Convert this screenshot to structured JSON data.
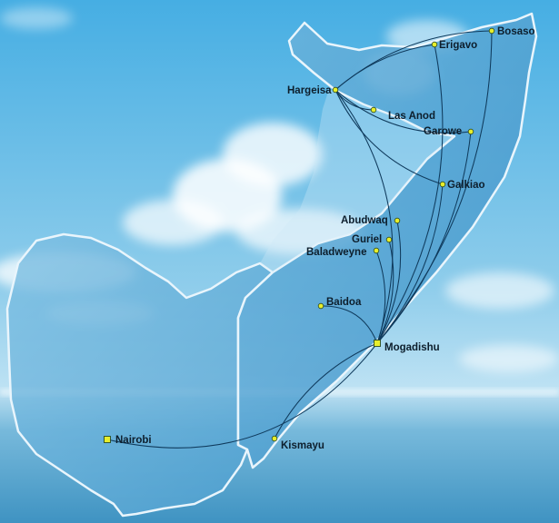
{
  "map": {
    "colors": {
      "sky_top": "#4fb3e6",
      "sky_bottom": "#cfeaf7",
      "sea": "#5aa8cf",
      "land_fill": "#5aa9d6",
      "land_edge": "#e6f3fb",
      "route": "#0f3a5c",
      "marker": "#e7ee2c"
    },
    "cities": [
      {
        "id": "hargeisa",
        "name": "Hargeisa"
      },
      {
        "id": "erigavo",
        "name": "Erigavo"
      },
      {
        "id": "bosaso",
        "name": "Bosaso"
      },
      {
        "id": "las-anod",
        "name": "Las Anod"
      },
      {
        "id": "garowe",
        "name": "Garowe"
      },
      {
        "id": "galkiao",
        "name": "Galkiao"
      },
      {
        "id": "abudwaq",
        "name": "Abudwaq"
      },
      {
        "id": "guriel",
        "name": "Guriel"
      },
      {
        "id": "baladweyne",
        "name": "Baladweyne"
      },
      {
        "id": "baidoa",
        "name": "Baidoa"
      },
      {
        "id": "mogadishu",
        "name": "Mogadishu"
      },
      {
        "id": "kismayu",
        "name": "Kismayu"
      },
      {
        "id": "nairobi",
        "name": "Nairobi"
      }
    ],
    "routes": [
      {
        "from": "mogadishu",
        "to": "nairobi"
      },
      {
        "from": "mogadishu",
        "to": "kismayu"
      },
      {
        "from": "mogadishu",
        "to": "baidoa"
      },
      {
        "from": "mogadishu",
        "to": "baladweyne"
      },
      {
        "from": "mogadishu",
        "to": "guriel"
      },
      {
        "from": "mogadishu",
        "to": "abudwaq"
      },
      {
        "from": "mogadishu",
        "to": "galkiao"
      },
      {
        "from": "mogadishu",
        "to": "garowe"
      },
      {
        "from": "mogadishu",
        "to": "hargeisa"
      },
      {
        "from": "mogadishu",
        "to": "erigavo"
      },
      {
        "from": "mogadishu",
        "to": "bosaso"
      },
      {
        "from": "hargeisa",
        "to": "las-anod"
      },
      {
        "from": "hargeisa",
        "to": "garowe"
      },
      {
        "from": "hargeisa",
        "to": "erigavo"
      },
      {
        "from": "hargeisa",
        "to": "bosaso"
      },
      {
        "from": "hargeisa",
        "to": "galkiao"
      }
    ]
  }
}
